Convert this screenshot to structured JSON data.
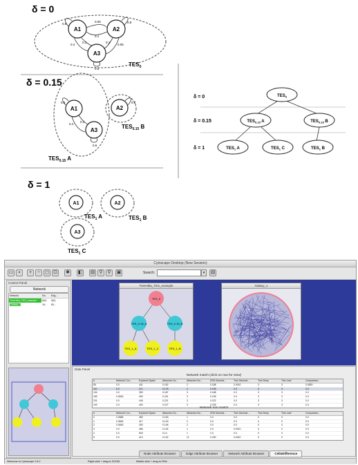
{
  "figure": {
    "panel_d0": {
      "delta_label": "δ = 0",
      "nodes": [
        "A1",
        "A2",
        "A3"
      ],
      "edge_labels": [
        "0.8",
        "0.05",
        "0.8",
        "0.1",
        "0.4",
        "0.3",
        "0.1",
        "0.05",
        "0.6"
      ],
      "set_label": "TES",
      "set_sub": "0"
    },
    "panel_d015": {
      "delta_label": "δ = 0.15",
      "nodes": [
        "A1",
        "A3",
        "A2"
      ],
      "edge_labels": [
        "0.8",
        "0.4",
        "0.3",
        "0.6",
        "0.8"
      ],
      "set_a_label": "TES",
      "set_a_sub": "0.15",
      "set_a_suffix": " A",
      "set_b_label": "TES",
      "set_b_sub": "0.15",
      "set_b_suffix": " B"
    },
    "panel_d1": {
      "delta_label": "δ = 1",
      "nodes": [
        "A1",
        "A2",
        "A3"
      ],
      "set_a_label": "TES",
      "set_a_sub": "1",
      "set_a_suffix": " A",
      "set_b_label": "TES",
      "set_b_sub": "1",
      "set_b_suffix": " B",
      "set_c_label": "TES",
      "set_c_sub": "1",
      "set_c_suffix": " C"
    },
    "tree": {
      "levels": [
        "δ = 0",
        "δ = 0.15",
        "δ = 1"
      ],
      "root": {
        "label": "TES",
        "sub": "0",
        "suffix": ""
      },
      "mid": [
        {
          "label": "TES",
          "sub": "0.15",
          "suffix": " A"
        },
        {
          "label": "TES",
          "sub": "0.15",
          "suffix": " B"
        }
      ],
      "leaves": [
        {
          "label": "TES",
          "sub": "1",
          "suffix": " A"
        },
        {
          "label": "TES",
          "sub": "1",
          "suffix": " C"
        },
        {
          "label": "TES",
          "sub": "1",
          "suffix": " B"
        }
      ]
    }
  },
  "app": {
    "window_title": "Cytoscape Desktop (New Session)",
    "search_label": "Search:",
    "control_panel_title": "Control Panel",
    "network_tab": "Network",
    "network_table": {
      "headers": [
        "Network",
        "No.",
        "Edg..."
      ],
      "rows": [
        {
          "name": "TreeHiba_TES_example",
          "nodes": "6(0)",
          "edges": "5(0)"
        },
        {
          "name": "Galaxy_1",
          "nodes": "16...",
          "edges": "80..."
        }
      ]
    },
    "tree_window": {
      "title": "TreeHiba_TES_example",
      "nodes": [
        "TES_0",
        "TES_0.15_A",
        "TES_0.15_B",
        "TES_1_A",
        "TES_1_C",
        "TES_1_B"
      ]
    },
    "galaxy_window": {
      "title": "Galaxy_1"
    },
    "colors": {
      "root": "#f08090",
      "mid": "#40c8d8",
      "leaf": "#f0f020",
      "desk": "#2d3a9a",
      "highlight": "#2fbf2f"
    },
    "data_panel": {
      "title": "Data Panel",
      "match_title": "Network match (click on row for view)",
      "nonmatch_title": "Network non match",
      "headers": [
        "#",
        "Network Con...",
        "Explored Space",
        "Attractors Sc...",
        "Attractors Nu...",
        "ATM Generat...",
        "Tree Generat...",
        "Tree Deep",
        "Tree Leaf",
        "Comparison..."
      ],
      "match_rows": [
        [
          "85",
          "0.0",
          "441",
          "0.162",
          "2",
          "0.188",
          "0.0010",
          "3",
          "3",
          "0.0829"
        ],
        [
          "110",
          "0.0",
          "471",
          "0.176",
          "2",
          "0.196",
          "0.0",
          "3",
          "3",
          "0.0"
        ],
        [
          "134",
          "0.0",
          "399",
          "0.187",
          "3",
          "0.188",
          "0.0",
          "3",
          "3",
          "0.0"
        ],
        [
          "183",
          "0.0818",
          "490",
          "0.201",
          "3",
          "0.195",
          "0.0",
          "3",
          "3",
          "0.0"
        ],
        [
          "231",
          "0.0",
          "445",
          "0.221",
          "3",
          "0.222",
          "0.0",
          "3",
          "3",
          "0.0"
        ],
        [
          "240",
          "0.0",
          "400",
          "0.227",
          "3",
          "0.228",
          "0.0",
          "3",
          "3",
          "0.0"
        ]
      ],
      "nonmatch_rows": [
        [
          "0",
          "0.0858",
          "369",
          "0.163",
          "1",
          "0.0",
          "0.0",
          "0",
          "0",
          "0.0"
        ],
        [
          "1",
          "0.0818",
          "417",
          "0.143",
          "2",
          "0.0",
          "0.0",
          "0",
          "0",
          "0.0"
        ],
        [
          "2",
          "0.0818",
          "453",
          "0.146",
          "2",
          "0.0",
          "0.0",
          "0",
          "0",
          "0.0"
        ],
        [
          "3",
          "0.0",
          "486",
          "0.134",
          "1",
          "0.0",
          "0.0010",
          "0",
          "0",
          "0.0"
        ],
        [
          "4",
          "0.0",
          "503",
          "0.14",
          "1",
          "0.0",
          "0.0",
          "0",
          "0",
          "0.0"
        ],
        [
          "5",
          "0.0",
          "413",
          "0.132",
          "11",
          "0.290",
          "0.0010",
          "0",
          "0",
          "0.0"
        ]
      ],
      "tabs": [
        "Node Attribute Browser",
        "Edge Attribute Browser",
        "Network Attribute Browser",
        "CellsDifference"
      ],
      "active_tab": "CellsDifference"
    },
    "status": {
      "left": "Welcome to Cytoscape 2.8.2",
      "middle": "Right-click + drag to ZOOM",
      "right": "Middle-click + drag to PAN"
    }
  }
}
